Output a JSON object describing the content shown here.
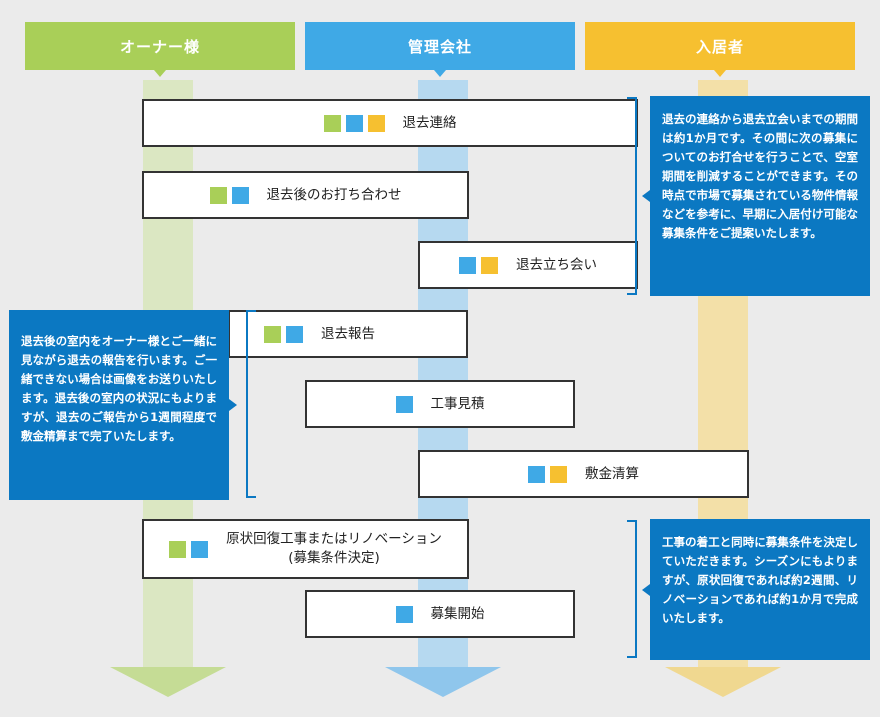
{
  "headers": {
    "owner": "オーナー様",
    "management": "管理会社",
    "tenant": "入居者"
  },
  "colors": {
    "owner": "#a9cf58",
    "management": "#3fa9e6",
    "tenant": "#f6c030",
    "note": "#0b78c2"
  },
  "steps": [
    {
      "label": "退去連絡",
      "marks": [
        "g",
        "b",
        "y"
      ]
    },
    {
      "label": "退去後のお打ち合わせ",
      "marks": [
        "g",
        "b"
      ]
    },
    {
      "label": "退去立ち会い",
      "marks": [
        "b",
        "y"
      ]
    },
    {
      "label": "退去報告",
      "marks": [
        "g",
        "b"
      ]
    },
    {
      "label": "工事見積",
      "marks": [
        "b"
      ]
    },
    {
      "label": "敷金清算",
      "marks": [
        "b",
        "y"
      ]
    },
    {
      "label": "原状回復工事またはリノベーション",
      "sub": "(募集条件決定)",
      "marks": [
        "g",
        "b"
      ]
    },
    {
      "label": "募集開始",
      "marks": [
        "b"
      ]
    }
  ],
  "notes": {
    "move_out": "退去の連絡から退去立会いまでの期間は約1か月です。その間に次の募集についてのお打合せを行うことで、空室期間を削減することができます。その時点で市場で募集されている物件情報などを参考に、早期に入居付け可能な募集条件をご提案いたします。",
    "report": "退去後の室内をオーナー様とご一緒に見ながら退去の報告を行います。ご一緒できない場合は画像をお送りいたします。退去後の室内の状況にもよりますが、退去のご報告から1週間程度で敷金精算まで完了いたします。",
    "construction": "工事の着工と同時に募集条件を決定していただきます。シーズンにもよりますが、原状回復であれば約2週間、リノベーションであれば約1か月で完成いたします。"
  }
}
